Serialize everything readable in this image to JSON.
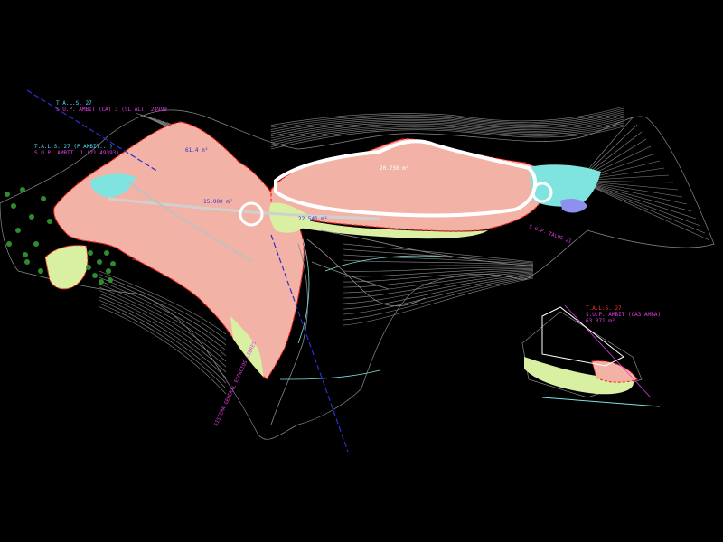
{
  "canvas": {
    "background": "#000000"
  },
  "palette": {
    "zone_pink": "#f2b3a6",
    "zone_green": "#d9f0a3",
    "zone_cyan": "#7fe3df",
    "zone_purple": "#8f8ff0",
    "contour": "#8a8a8a",
    "boundary": "#ff2020",
    "road_white": "#ffffff",
    "label_cyan": "#53d9ff",
    "label_magenta": "#e040e0",
    "line_blue": "#2f2fd0",
    "tree_green": "#2e8b2e"
  },
  "labels": {
    "topleft_1_line1": "T.A.L.S. 27",
    "topleft_1_line2": "S.U.P. AMBIT (CA) 3 (5L ALT) 24999",
    "topleft_2_line1": "T.A.L.S. 27 (P AMBIT...)",
    "topleft_2_line2": "S.U.P. AMBIT. 1 (21 49393)",
    "right_inset_line1": "T.A.L.S. 27",
    "right_inset_line2": "S.U.P. AMBIT (CA3 AMBA)",
    "right_inset_line3": "63 371 m²",
    "area_1": "20.750 m²",
    "area_2": "61.4 m²",
    "area_3": "15.000 m²",
    "area_4": "22.541 m²",
    "diag_bottom": "SISTEMA GENERAL ESPACIOS LIBRES",
    "diag_right": "S.U.P. TALUS 21"
  }
}
